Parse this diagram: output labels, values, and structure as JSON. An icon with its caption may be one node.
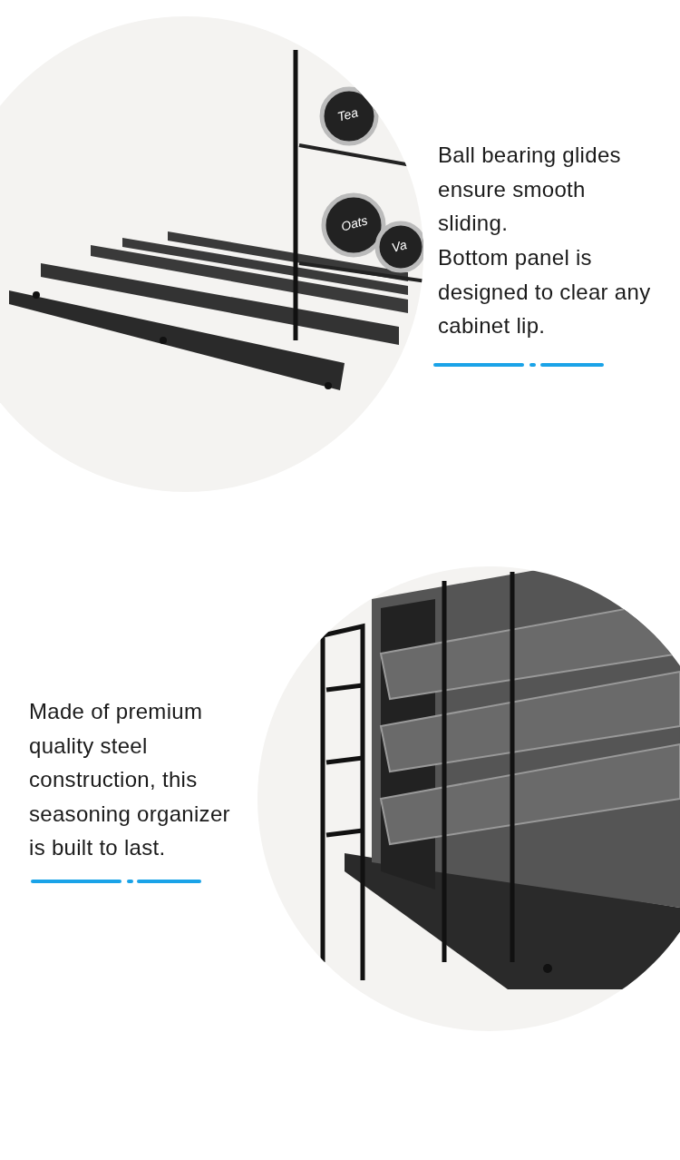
{
  "diagram": {
    "labels": [
      "Tea",
      "Oats",
      "Va",
      "Ball bearing glides ensure smooth sliding.",
      "Bottom panel is designed to clear any cabinet lip.",
      "Made of premium quality steel construction, this seasoning organizer is built to last."
    ]
  }
}
